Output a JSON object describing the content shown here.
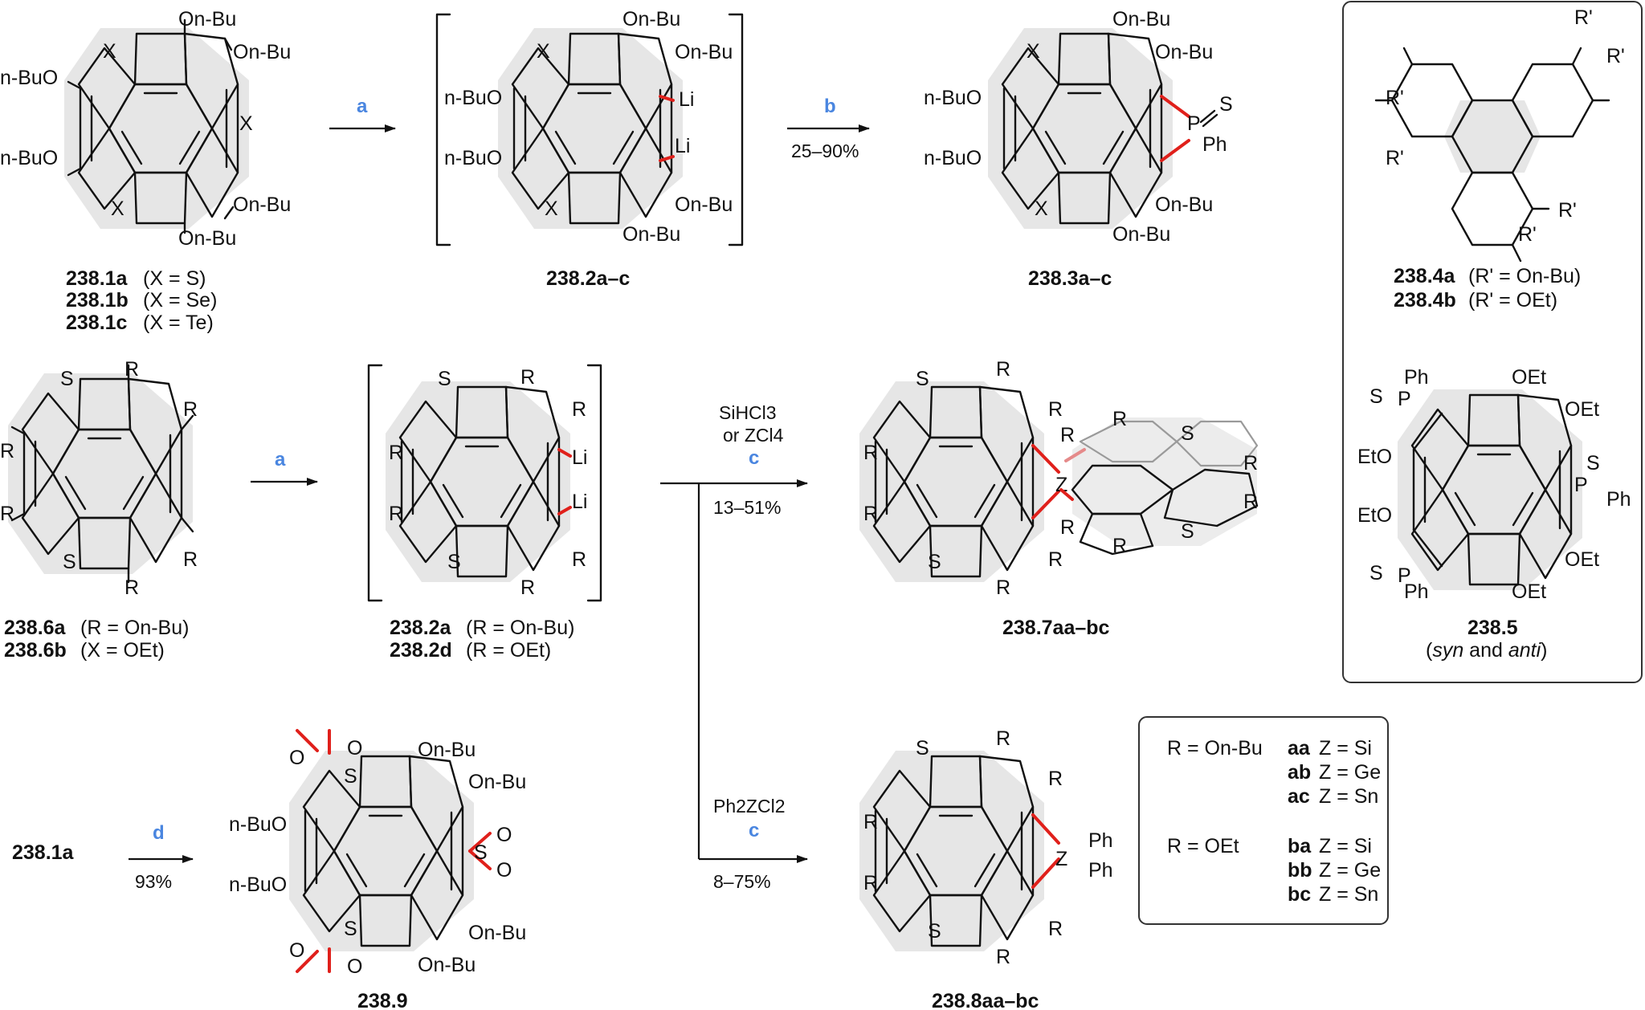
{
  "figure": {
    "top_row": {
      "step1_reagent": "a",
      "step2_reagent": "b",
      "step2_yield": "25–90%",
      "sm_compounds": [
        {
          "id": "238.1a",
          "note": "(X = S)"
        },
        {
          "id": "238.1b",
          "note": "(X = Se)"
        },
        {
          "id": "238.1c",
          "note": "(X = Te)"
        }
      ],
      "intermediate": "238.2a–c",
      "product": "238.3a–c"
    },
    "middle_row": {
      "step1_reagent": "a",
      "sm_compounds": [
        {
          "id": "238.6a",
          "note": "(R = On-Bu)"
        },
        {
          "id": "238.6b",
          "note": "(X = OEt)"
        }
      ],
      "intermediate_compounds": [
        {
          "id": "238.2a",
          "note": "(R = On-Bu)"
        },
        {
          "id": "238.2d",
          "note": "(R = OEt)"
        }
      ],
      "branch_upper_reagent_1": "SiHCl3",
      "branch_upper_reagent_2": "or ZCl4",
      "branch_upper_letter": "c",
      "branch_upper_yield": "13–51%",
      "branch_lower_reagent": "Ph2ZCl2",
      "branch_lower_letter": "c",
      "branch_lower_yield": "8–75%",
      "spiro_product": "238.7aa–bc",
      "diphenyl_product": "238.8aa–bc"
    },
    "bottom_row": {
      "sm": "238.1a",
      "reagent": "d",
      "yield": "93%",
      "product": "238.9"
    },
    "right_panel": {
      "cmp_a": {
        "id": "238.4a",
        "note": "(R' = On-Bu)"
      },
      "cmp_b": {
        "id": "238.4b",
        "note": "(R' = OEt)"
      },
      "cmp_5": {
        "id": "238.5",
        "note_prefix": "(",
        "note_syn": "syn",
        "note_mid": " and ",
        "note_anti": "anti",
        "note_suffix": ")"
      }
    },
    "legend": {
      "r_nbu": "R = On-Bu",
      "r_oet": "R = OEt",
      "aa": "aa",
      "aa_z": "Z = Si",
      "ab": "ab",
      "ab_z": "Z = Ge",
      "ac": "ac",
      "ac_z": "Z = Sn",
      "ba": "ba",
      "ba_z": "Z = Si",
      "bb": "bb",
      "bb_z": "Z = Ge",
      "bc": "bc",
      "bc_z": "Z = Sn"
    },
    "atom_labels": {
      "onbu": "On-Bu",
      "nbuo": "n-BuO",
      "oet": "OEt",
      "eto": "EtO",
      "li": "Li",
      "x": "X",
      "s": "S",
      "p": "P",
      "ph": "Ph",
      "z": "Z",
      "r": "R",
      "rp": "R'",
      "o": "O"
    },
    "colors": {
      "bond_highlight": "#e0201b",
      "reagent_letter": "#4a86e0",
      "core_fill": "#e6e6e6"
    }
  }
}
